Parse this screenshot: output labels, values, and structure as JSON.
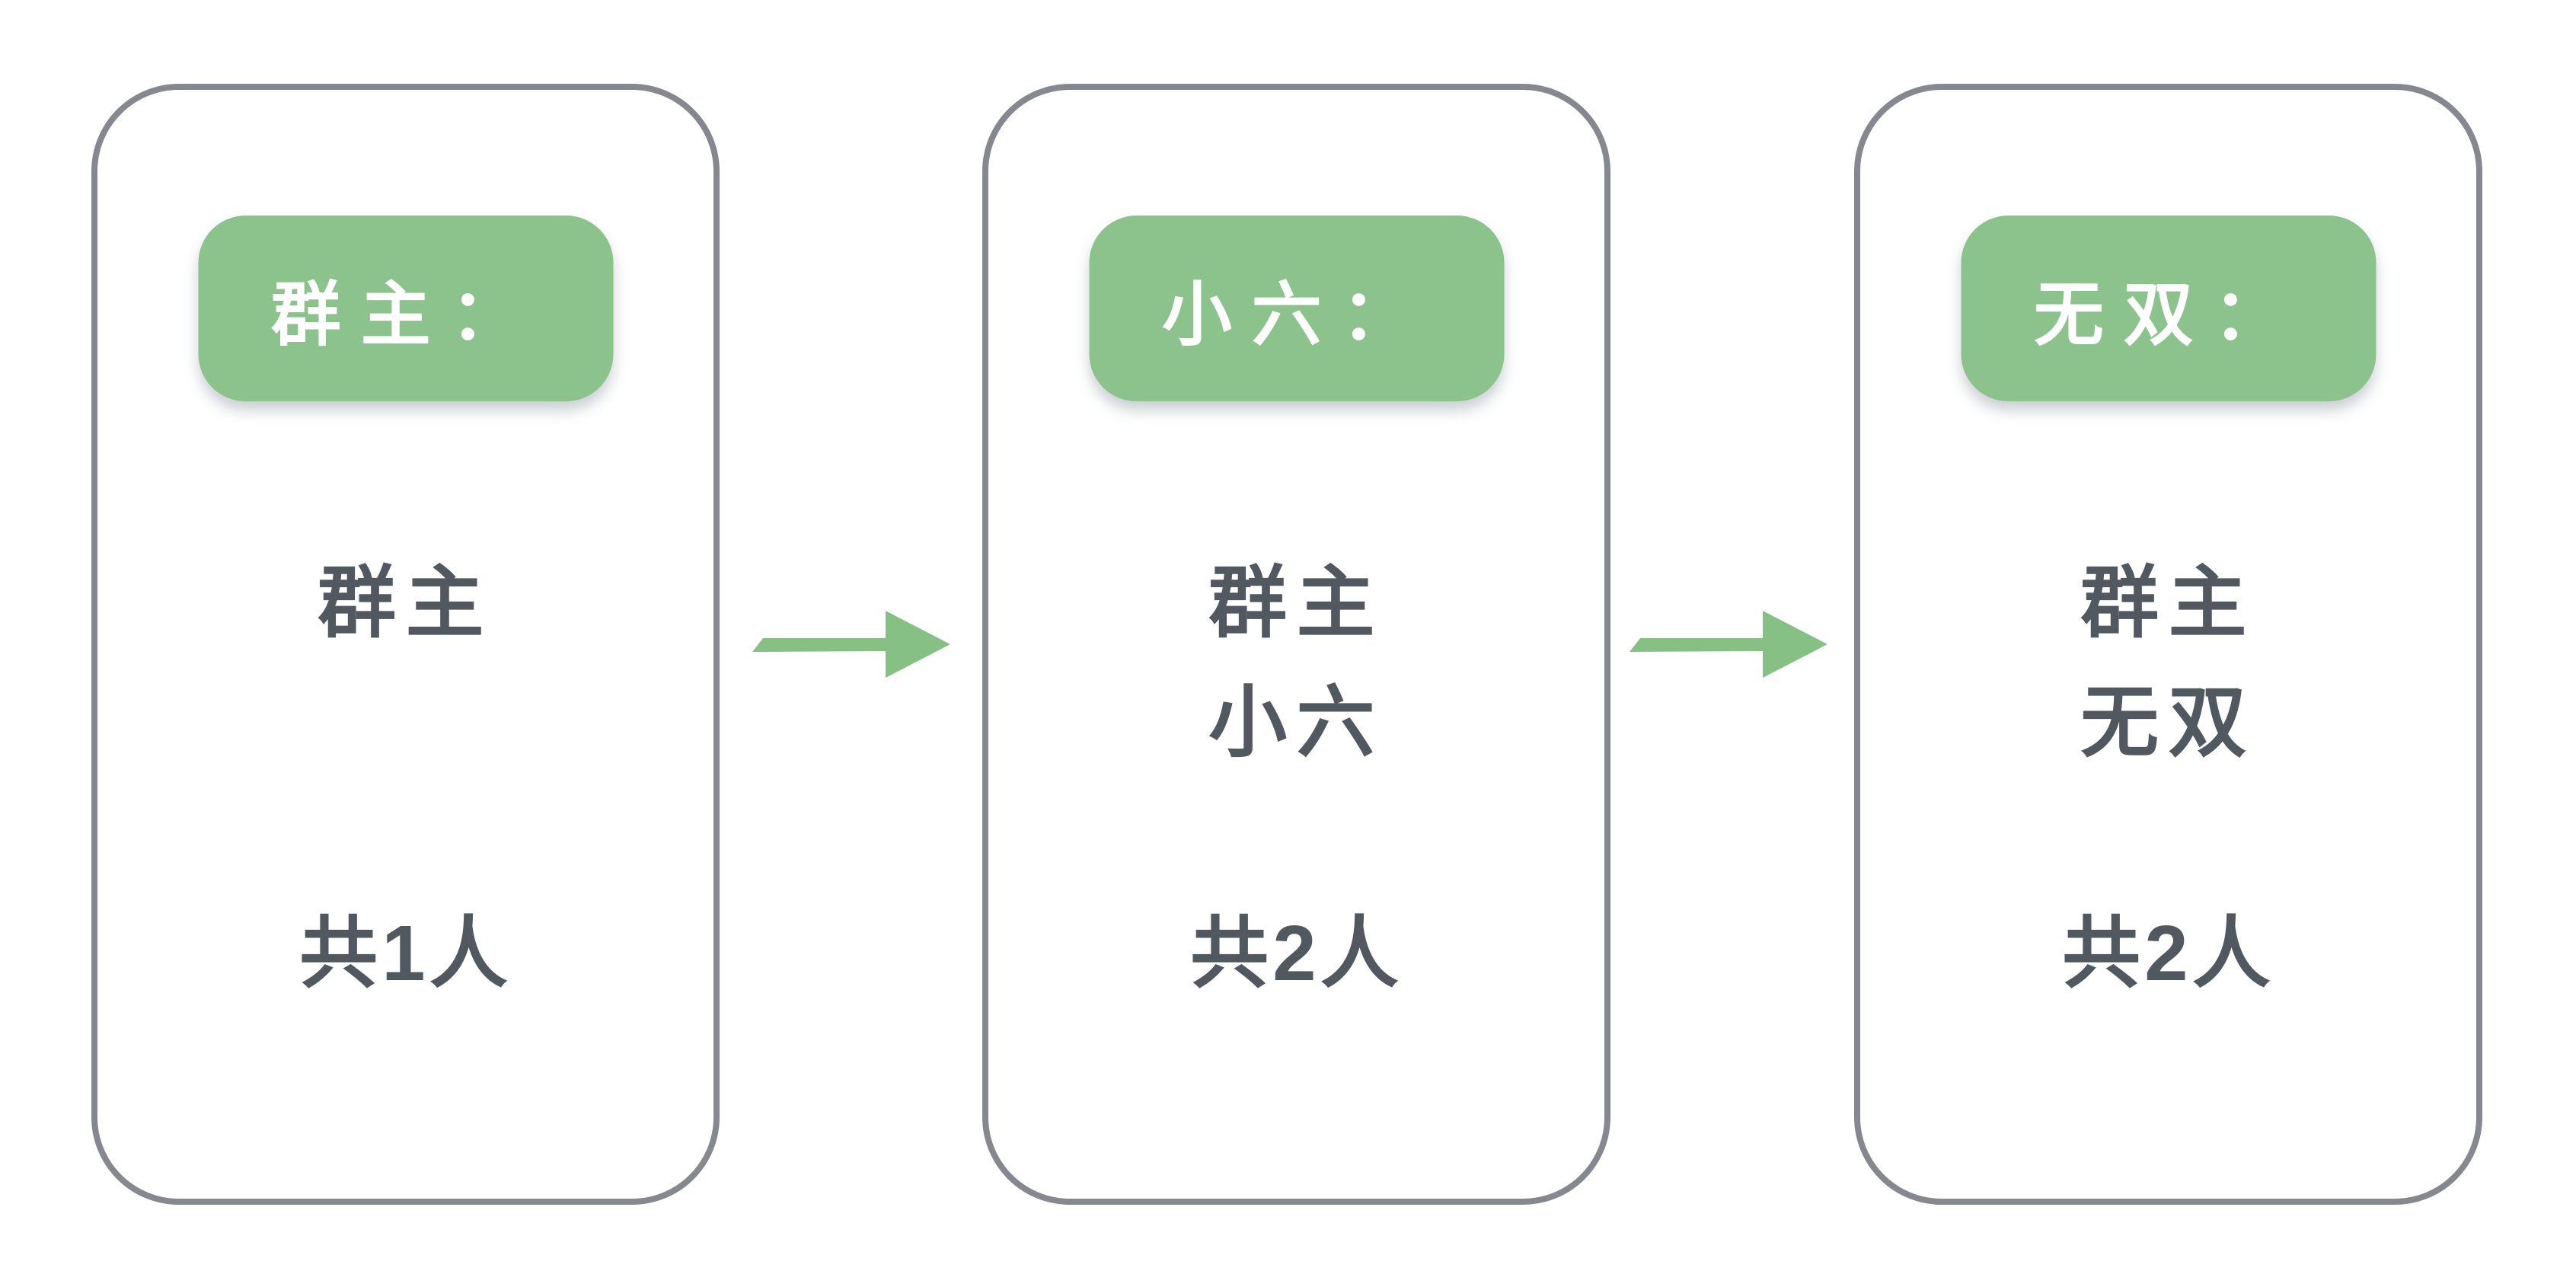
{
  "colors": {
    "badge_green": "#8CC28B",
    "arrow_green": "#86C085",
    "card_border": "#85888E",
    "text_dark": "#52585F",
    "badge_text": "#FFFFFF",
    "page_bg": "#FFFFFF"
  },
  "cards": [
    {
      "badge": "群主：",
      "members": [
        "群主"
      ],
      "count": "共1人"
    },
    {
      "badge": "小六：",
      "members": [
        "群主",
        "小六"
      ],
      "count": "共2人"
    },
    {
      "badge": "无双：",
      "members": [
        "群主",
        "无双"
      ],
      "count": "共2人"
    }
  ],
  "icons": {
    "arrow": "right-arrow"
  }
}
